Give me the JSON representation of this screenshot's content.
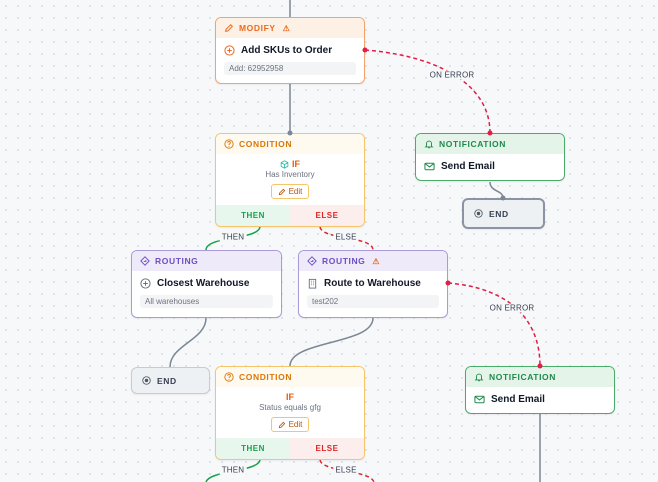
{
  "edge_labels": {
    "on_error": "ON ERROR",
    "then": "THEN",
    "else": "ELSE"
  },
  "nodes": {
    "modify": {
      "type_label": "MODIFY",
      "warning": "⚠",
      "action": "Add SKUs to Order",
      "detail": "Add: 62952958"
    },
    "condition1": {
      "type_label": "CONDITION",
      "if_label": "IF",
      "condition": "Has Inventory",
      "edit_label": "Edit",
      "then_label": "THEN",
      "else_label": "ELSE"
    },
    "notification1": {
      "type_label": "NOTIFICATION",
      "action": "Send Email"
    },
    "end1": {
      "label": "END"
    },
    "routing1": {
      "type_label": "ROUTING",
      "action": "Closest Warehouse",
      "detail": "All warehouses"
    },
    "routing2": {
      "type_label": "ROUTING",
      "warning": "⚠",
      "action": "Route to Warehouse",
      "detail": "test202"
    },
    "end2": {
      "label": "END"
    },
    "condition2": {
      "type_label": "CONDITION",
      "if_label": "IF",
      "condition": "Status equals gfg",
      "edit_label": "Edit",
      "then_label": "THEN",
      "else_label": "ELSE"
    },
    "notification2": {
      "type_label": "NOTIFICATION",
      "action": "Send Email"
    }
  },
  "colors": {
    "modify": "#ea6a1f",
    "condition": "#d97706",
    "routing": "#6d4fc2",
    "notification": "#1f8a4c",
    "error_edge": "#e11d48",
    "then_edge": "#16a34a",
    "else_edge": "#dc2626",
    "edge": "#7b8794"
  }
}
